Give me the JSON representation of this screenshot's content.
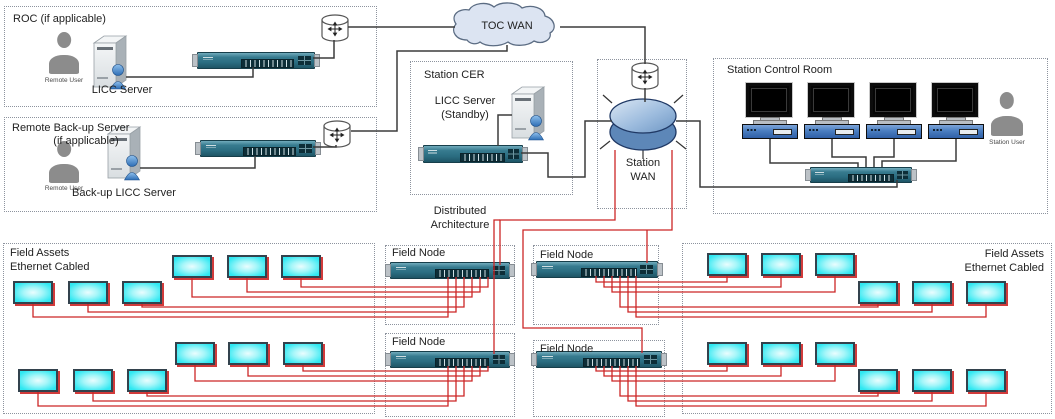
{
  "diagram": {
    "roc": {
      "title": "ROC (if applicable)",
      "user_label": "Remote User",
      "server_label": "LICC Server"
    },
    "backup": {
      "title": "Remote Back-up Server",
      "subtitle": "(if applicable)",
      "user_label": "Remote User",
      "server_label": "Back-up LICC Server"
    },
    "toc_wan": {
      "label": "TOC WAN"
    },
    "station_cer": {
      "title": "Station CER",
      "server_label": "LICC Server",
      "server_sublabel": "(Standby)"
    },
    "station_wan": {
      "label_line1": "Station",
      "label_line2": "WAN"
    },
    "control_room": {
      "title": "Station Control Room",
      "user_label": "Station User",
      "workstation_count": 4
    },
    "distributed": {
      "label_line1": "Distributed",
      "label_line2": "Architecture"
    },
    "field_nodes": [
      {
        "label": "Field Node"
      },
      {
        "label": "Field Node"
      },
      {
        "label": "Field Node"
      },
      {
        "label": "Field Node"
      }
    ],
    "field_assets_left": {
      "line1": "Field Assets",
      "line2": "Ethernet Cabled",
      "monitor_count": 12
    },
    "field_assets_right": {
      "line1": "Field Assets",
      "line2": "Ethernet Cabled",
      "monitor_count": 12
    },
    "colors": {
      "field_link_red": "#cc2626",
      "backbone_black": "#3b3b3b",
      "monitor_screen_cyan": "#2fe8f2",
      "switch_teal": "#2a6c80",
      "wan_disc_blue": "#7fa6d2",
      "cloud_fill": "#dce4f2",
      "workstation_blue": "#4a7ec0",
      "user_gray": "#8c8c8c"
    }
  }
}
